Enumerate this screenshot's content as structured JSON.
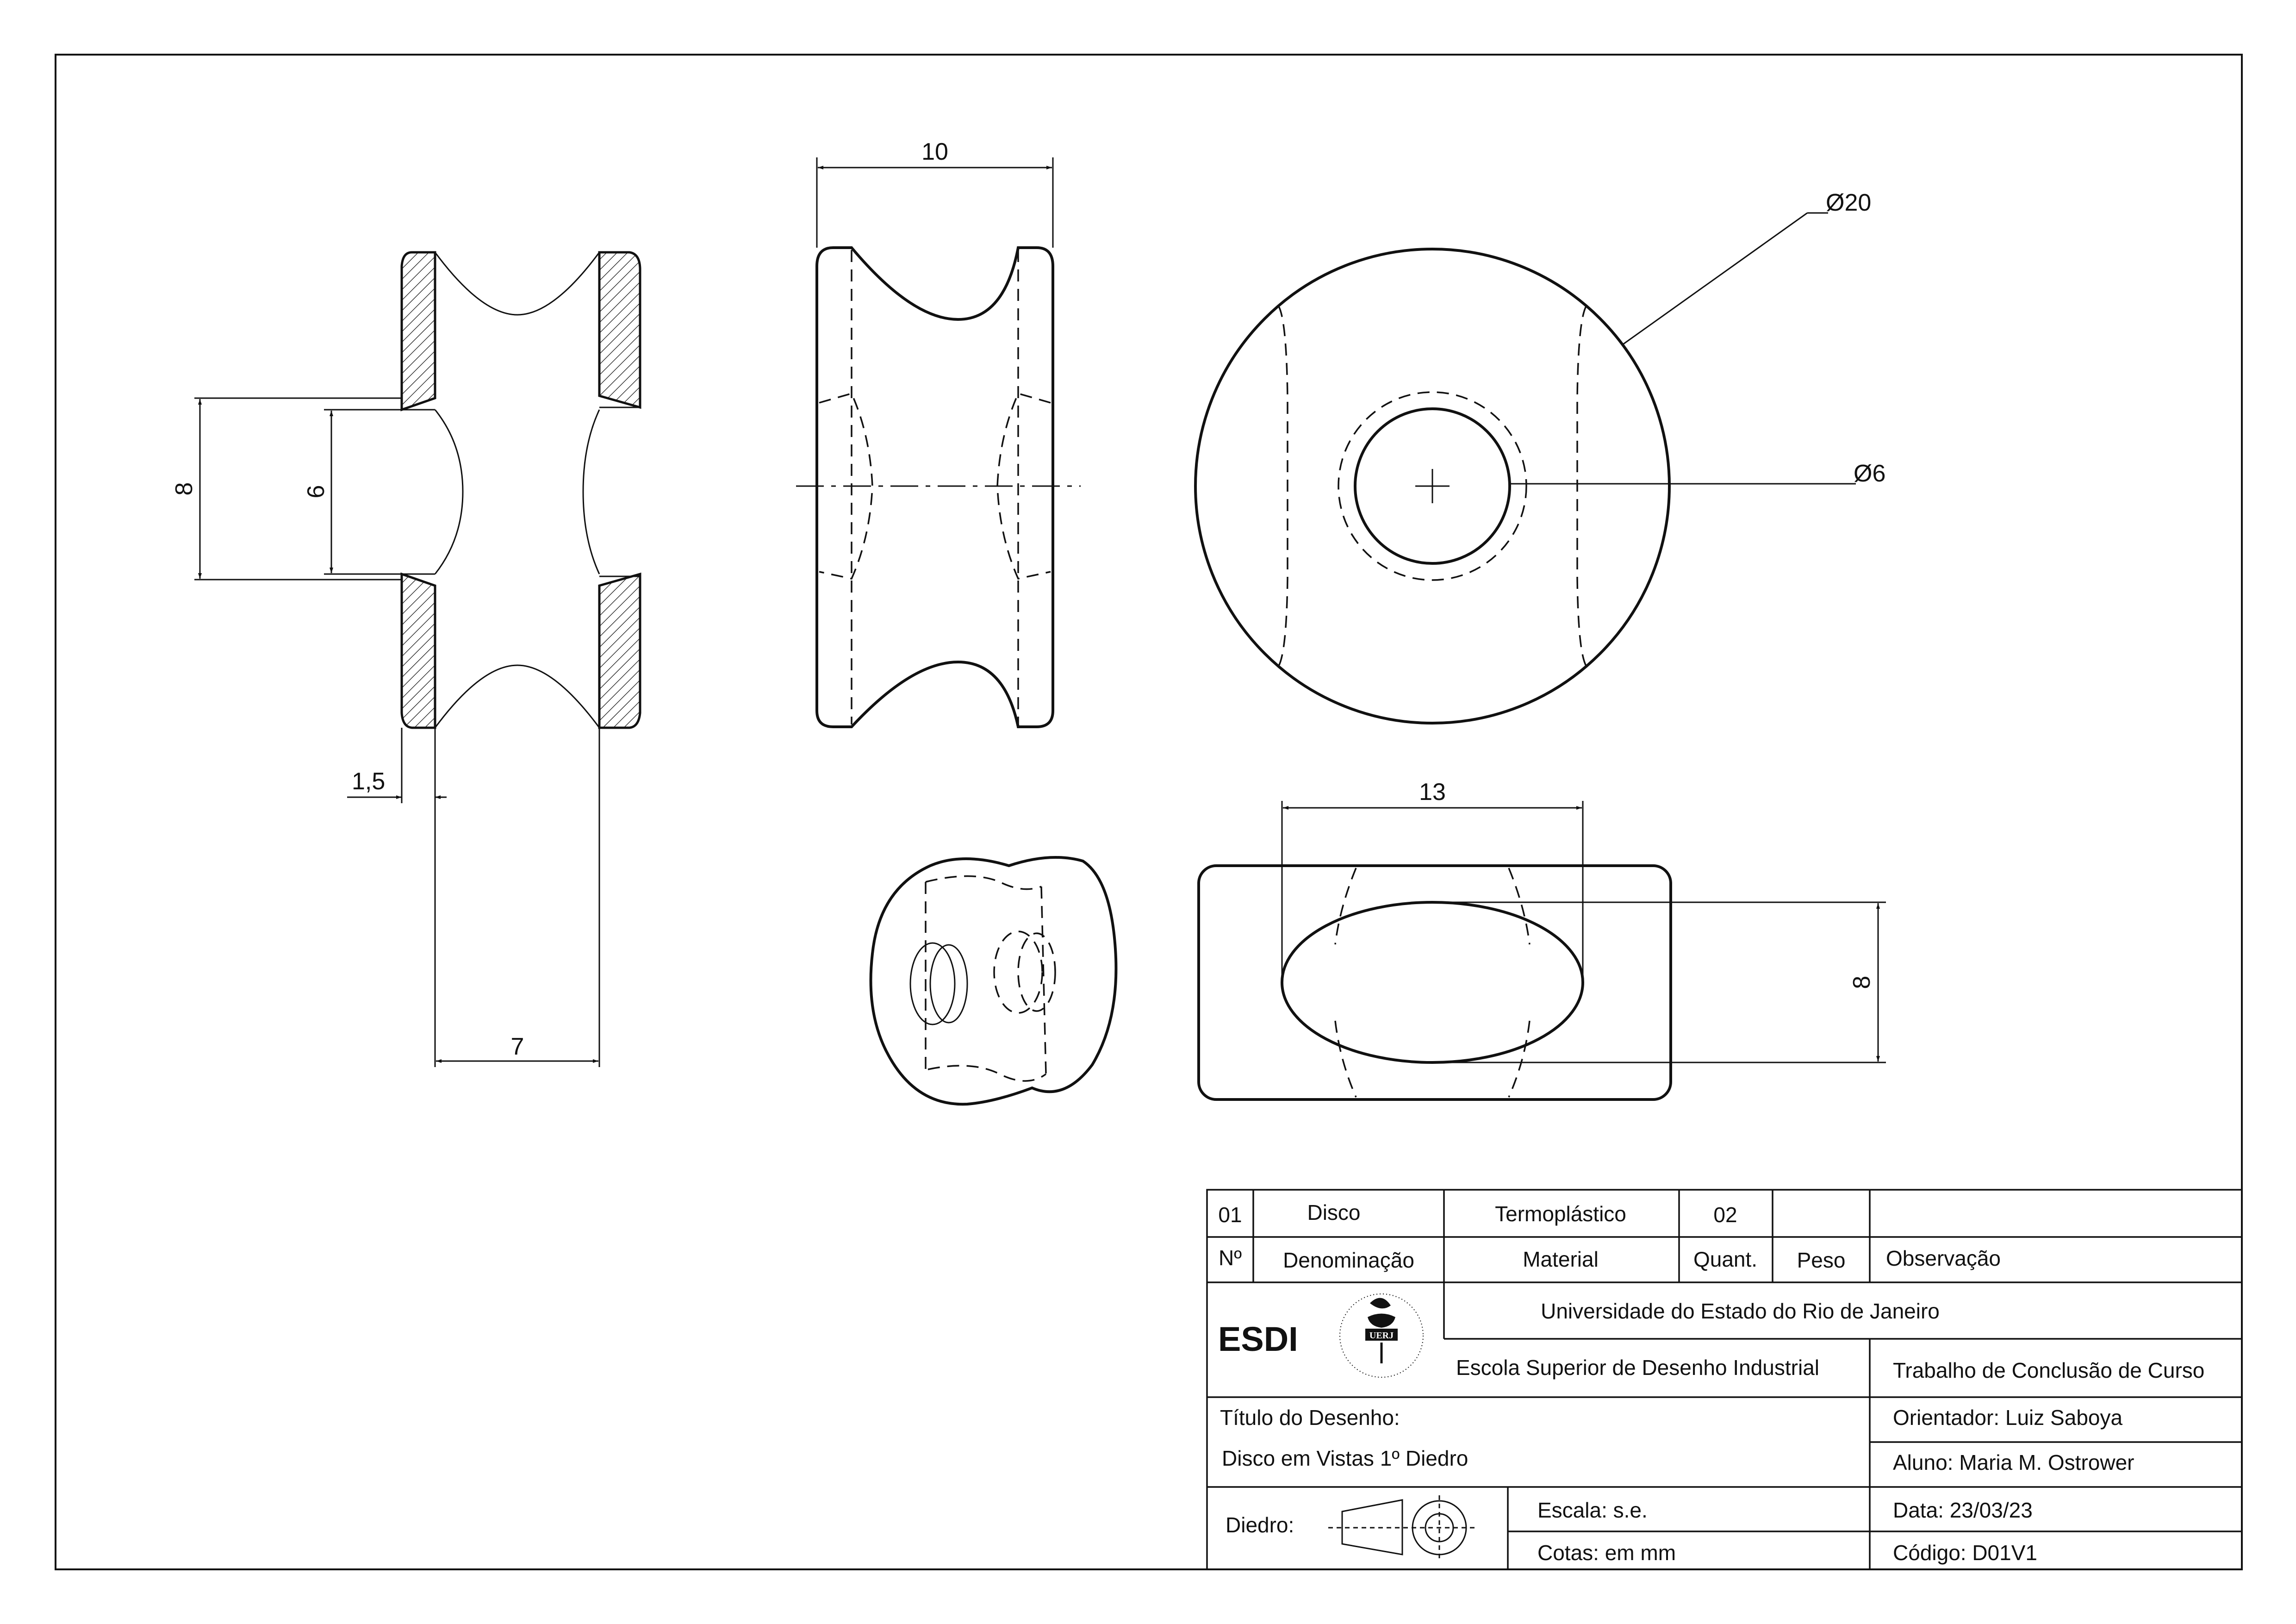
{
  "dimensions": {
    "top_width": "10",
    "outer_diameter": "Ø20",
    "hole_diameter": "Ø6",
    "section_height_outer": "8",
    "section_height_inner": "6",
    "wall_thickness": "1,5",
    "section_width": "7",
    "bottom_width": "13",
    "bottom_height": "8"
  },
  "parts_list": {
    "row": {
      "number": "01",
      "name": "Disco",
      "material": "Termoplástico",
      "quantity": "02",
      "weight": "",
      "note": ""
    },
    "header": {
      "number": "Nº",
      "name": "Denominação",
      "material": "Material",
      "quantity": "Quant.",
      "weight": "Peso",
      "note": "Observação"
    }
  },
  "title_block": {
    "esdi_logo": "ESDI",
    "uerj_seal": "UERJ · UNIVERSIDADE DO ESTADO DO RIO DE JANEIRO",
    "university": "Universidade do Estado do Rio de Janeiro",
    "school": "Escola Superior de Desenho Industrial",
    "course_work": "Trabalho de Conclusão de Curso",
    "drawing_title_label": "Título do Desenho:",
    "drawing_title": "Disco em Vistas 1º Diedro",
    "advisor": "Orientador: Luiz Saboya",
    "student": "Aluno: Maria M. Ostrower",
    "dihedral_label": "Diedro:",
    "scale": "Escala:  s.e.",
    "units": "Cotas: em mm",
    "date": "Data:  23/03/23",
    "code": "Código:   D01V1"
  }
}
